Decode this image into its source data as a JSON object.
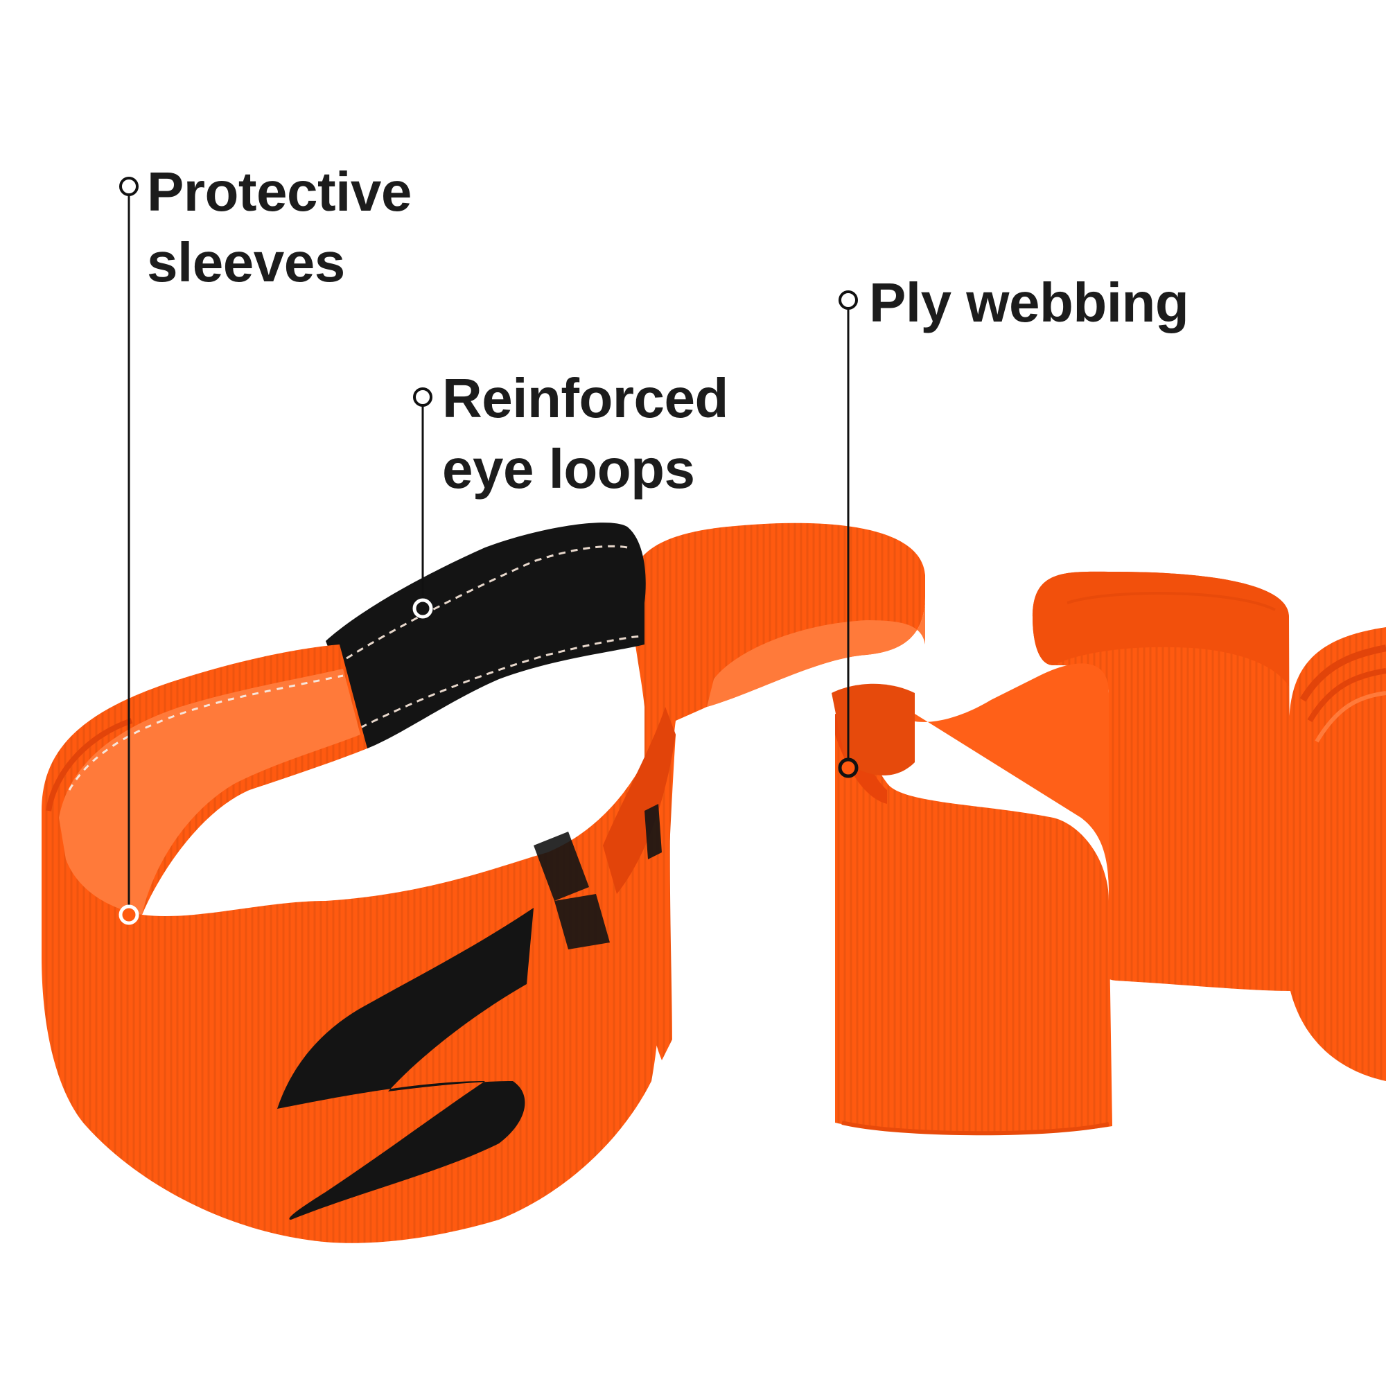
{
  "callouts": [
    {
      "id": "protective-sleeves",
      "lines": [
        "Protective",
        "sleeves"
      ]
    },
    {
      "id": "reinforced-eye-loops",
      "lines": [
        "Reinforced",
        "eye loops"
      ]
    },
    {
      "id": "ply-webbing",
      "lines": [
        "Ply webbing"
      ]
    }
  ],
  "colors": {
    "background": "#ffffff",
    "strap_orange": "#ff5a10",
    "strap_shadow": "#e2440a",
    "strap_highlight": "#ff7a3a",
    "sleeve_black": "#141414",
    "stitching": "#e8d8cc",
    "callout_text": "#1c1c1c",
    "callout_line": "#111111"
  },
  "icons": {
    "callout_marker": "hollow-circle-icon",
    "strap_logo": "lightning-s-logo"
  }
}
